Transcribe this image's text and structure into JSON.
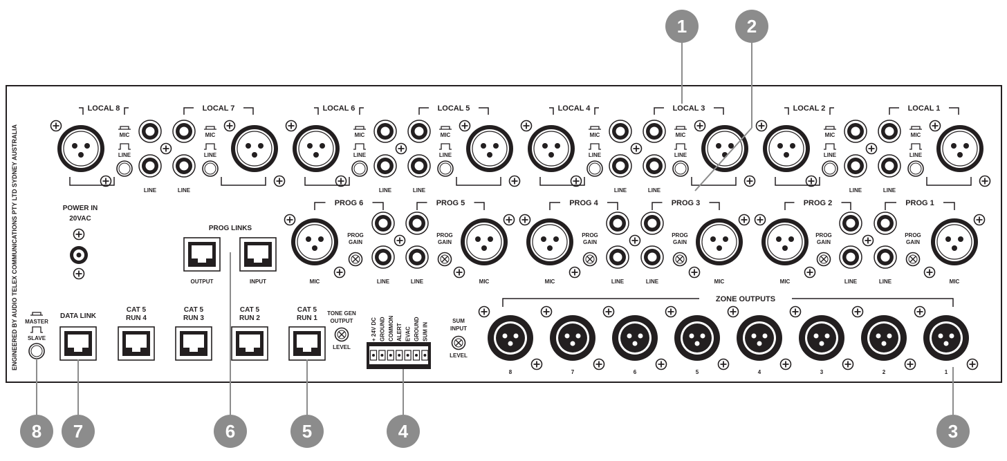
{
  "panel": {
    "side_text": "ENGINEERED BY AUDIO TELEX COMMUNICATIONS PTY LTD SYDNEY AUSTRALIA"
  },
  "locals": [
    {
      "title": "LOCAL 8",
      "mic": "MIC",
      "line_switch": "LINE",
      "line": "LINE"
    },
    {
      "title": "LOCAL 7",
      "mic": "MIC",
      "line_switch": "LINE",
      "line": "LINE"
    },
    {
      "title": "LOCAL 6",
      "mic": "MIC",
      "line_switch": "LINE",
      "line": "LINE"
    },
    {
      "title": "LOCAL 5",
      "mic": "MIC",
      "line_switch": "LINE",
      "line": "LINE"
    },
    {
      "title": "LOCAL 4",
      "mic": "MIC",
      "line_switch": "LINE",
      "line": "LINE"
    },
    {
      "title": "LOCAL 3",
      "mic": "MIC",
      "line_switch": "LINE",
      "line": "LINE"
    },
    {
      "title": "LOCAL 2",
      "mic": "MIC",
      "line_switch": "LINE",
      "line": "LINE"
    },
    {
      "title": "LOCAL 1",
      "mic": "MIC",
      "line_switch": "LINE",
      "line": "LINE"
    }
  ],
  "progs": [
    {
      "title": "PROG 6",
      "mic": "MIC",
      "line": "LINE",
      "gain": "PROG GAIN"
    },
    {
      "title": "PROG 5",
      "mic": "MIC",
      "line": "LINE",
      "gain": "PROG GAIN"
    },
    {
      "title": "PROG 4",
      "mic": "MIC",
      "line": "LINE",
      "gain": "PROG GAIN"
    },
    {
      "title": "PROG 3",
      "mic": "MIC",
      "line": "LINE",
      "gain": "PROG GAIN"
    },
    {
      "title": "PROG 2",
      "mic": "MIC",
      "line": "LINE",
      "gain": "PROG GAIN"
    },
    {
      "title": "PROG 1",
      "mic": "MIC",
      "line": "LINE",
      "gain": "PROG GAIN"
    }
  ],
  "power": {
    "label1": "POWER IN",
    "label2": "20VAC"
  },
  "prog_links": {
    "title": "PROG LINKS",
    "output": "OUTPUT",
    "input": "INPUT"
  },
  "master_slave": {
    "master": "MASTER",
    "slave": "SLAVE"
  },
  "data_link": "DATA LINK",
  "cat5": [
    {
      "line1": "CAT 5",
      "line2": "RUN 4"
    },
    {
      "line1": "CAT 5",
      "line2": "RUN 3"
    },
    {
      "line1": "CAT 5",
      "line2": "RUN 2"
    },
    {
      "line1": "CAT 5",
      "line2": "RUN 1"
    }
  ],
  "tone_gen": {
    "line1": "TONE GEN",
    "line2": "OUTPUT",
    "level": "LEVEL"
  },
  "terminal_block": [
    "+ 24V DC",
    "GROUND",
    "COMMON",
    "ALERT",
    "EVAC",
    "GROUND",
    "SUM IN"
  ],
  "sum_input": {
    "line1": "SUM",
    "line2": "INPUT",
    "level": "LEVEL"
  },
  "zone_outputs": {
    "title": "ZONE OUTPUTS",
    "numbers": [
      "8",
      "7",
      "6",
      "5",
      "4",
      "3",
      "2",
      "1"
    ]
  },
  "callouts": [
    "1",
    "2",
    "3",
    "4",
    "5",
    "6",
    "7",
    "8"
  ]
}
